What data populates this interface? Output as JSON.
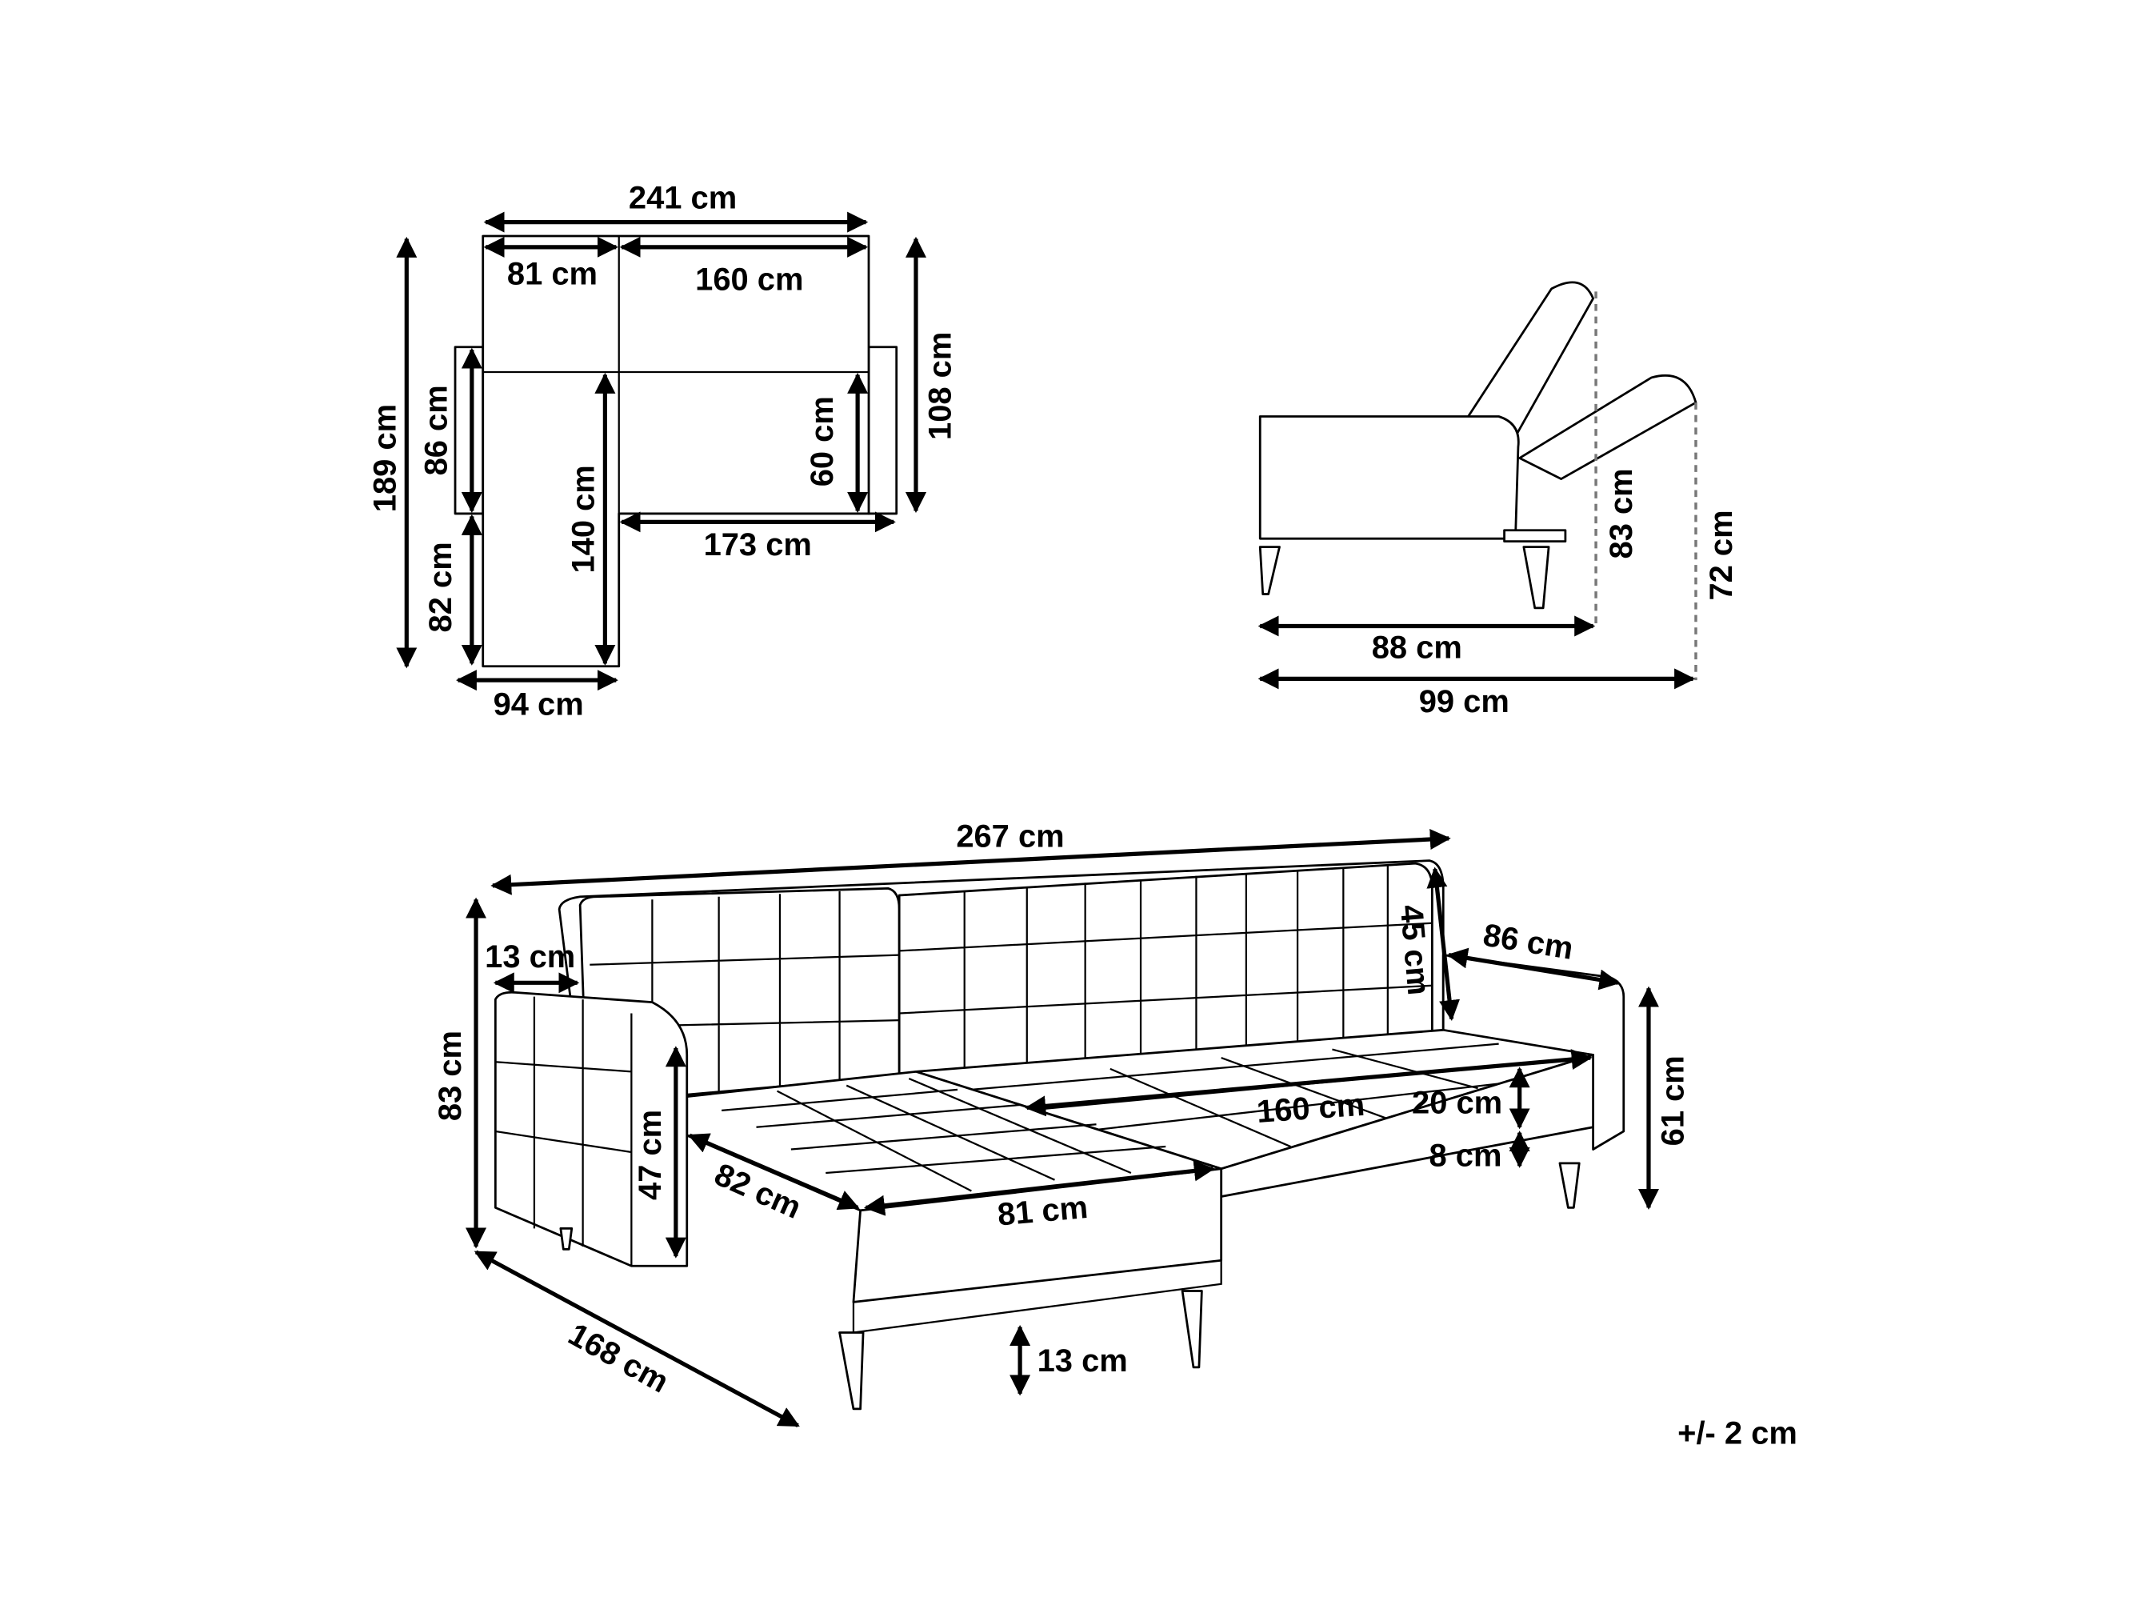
{
  "plan_view": {
    "total_width": "241 cm",
    "chaise_width": "81 cm",
    "sofa_width": "160 cm",
    "total_depth": "189 cm",
    "arm_depth": "86 cm",
    "chaise_extension": "82 cm",
    "chaise_length": "140 cm",
    "seat_depth": "60 cm",
    "right_depth": "108 cm",
    "seat_width": "173 cm",
    "chaise_total_width": "94 cm"
  },
  "side_view": {
    "back_height_upright": "83 cm",
    "back_height_reclined": "72 cm",
    "depth_upright": "88 cm",
    "depth_reclined": "99 cm"
  },
  "perspective_view": {
    "total_width": "267 cm",
    "arm_width": "13 cm",
    "backrest_height": "45 cm",
    "arm_depth": "86 cm",
    "total_height": "83 cm",
    "arm_height": "47 cm",
    "chaise_depth": "82 cm",
    "chaise_width": "81 cm",
    "seat_width": "160 cm",
    "seat_cushion_height": "20 cm",
    "base_height": "8 cm",
    "seat_height": "61 cm",
    "total_depth": "168 cm",
    "leg_height": "13 cm"
  },
  "tolerance": "+/- 2 cm"
}
